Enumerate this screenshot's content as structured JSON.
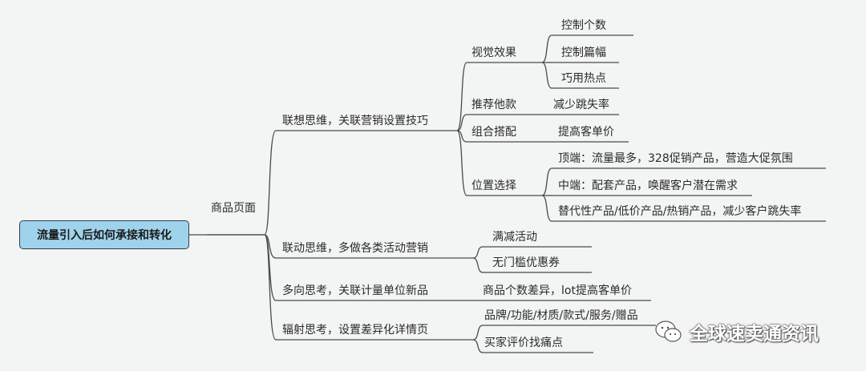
{
  "root": {
    "label": "流量引入后如何承接和转化"
  },
  "level1": {
    "label": "商品页面"
  },
  "branches": [
    {
      "label": "联想思维，关联营销设置技巧"
    },
    {
      "label": "联动思维，多做各类活动营销"
    },
    {
      "label": "多向思考，关联计量单位新品"
    },
    {
      "label": "辐射思考，设置差异化详情页"
    }
  ],
  "level3": [
    {
      "label": "视觉效果"
    },
    {
      "label": "推荐他款"
    },
    {
      "label": "组合搭配"
    },
    {
      "label": "位置选择"
    },
    {
      "label": "满减活动"
    },
    {
      "label": "无门槛优惠券"
    },
    {
      "label": "商品个数差异，lot提高客单价"
    },
    {
      "label": "品牌/功能/材质/款式/服务/赠品"
    },
    {
      "label": "买家评价找痛点"
    }
  ],
  "level4": [
    {
      "label": "控制个数"
    },
    {
      "label": "控制篇幅"
    },
    {
      "label": "巧用热点"
    },
    {
      "label": "减少跳失率"
    },
    {
      "label": "提高客单价"
    },
    {
      "label": "顶端：流量最多，328促销产品，营造大促氛围"
    },
    {
      "label": "中端：配套产品，唤醒客户潜在需求"
    },
    {
      "label": "替代性产品/低价产品/热销产品，减少客户跳失率"
    }
  ],
  "watermark": {
    "text": "全球速卖通资讯",
    "icon": "wechat-icon"
  },
  "colors": {
    "root_fill": "#9fd3ec",
    "root_border": "#2f3d4a",
    "line": "#4a4a4a",
    "background": "#f3f4f4"
  }
}
